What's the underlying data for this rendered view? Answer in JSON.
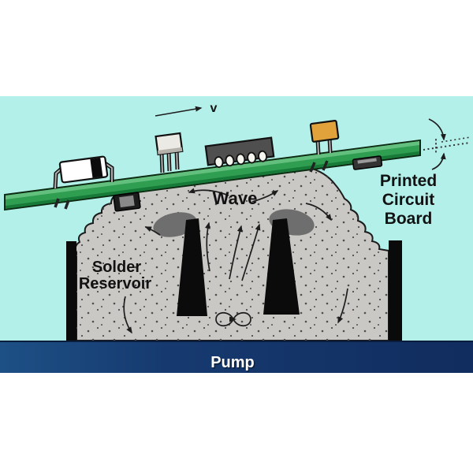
{
  "labels": {
    "wave": "Wave",
    "reservoir_line1": "Solder",
    "reservoir_line2": "Reservoir",
    "pcb_line1": "Printed",
    "pcb_line2": "Circuit",
    "pcb_line3": "Board",
    "pump": "Pump",
    "velocity": "v"
  },
  "colors": {
    "text_black": "#121212",
    "sky": "#b4f0ea",
    "board_green": "#2f9e51",
    "board_green_light": "#63bf7d",
    "board_green_dark": "#177a38",
    "board_outline": "#0d2a12",
    "solder_gray": "#c9c8c5",
    "stipple_dot": "#4d4d4d",
    "nozzle_black": "#0b0b0b",
    "nozzle_opening_gray": "#6e6e6e",
    "wall_black": "#0a0a0a",
    "pump_navy_light": "#1d5085",
    "pump_navy": "#163a70",
    "pump_navy_dark": "#112c5e",
    "pump_text": "#ffffff",
    "pump_text_shadow": "#0a1f3d",
    "capacitor_orange": "#e2a23b",
    "component_white": "#eceae4",
    "component_gray": "#4f4f4f",
    "lead_gray": "#b0b0b0",
    "arrow_dark": "#1d1d1d"
  }
}
